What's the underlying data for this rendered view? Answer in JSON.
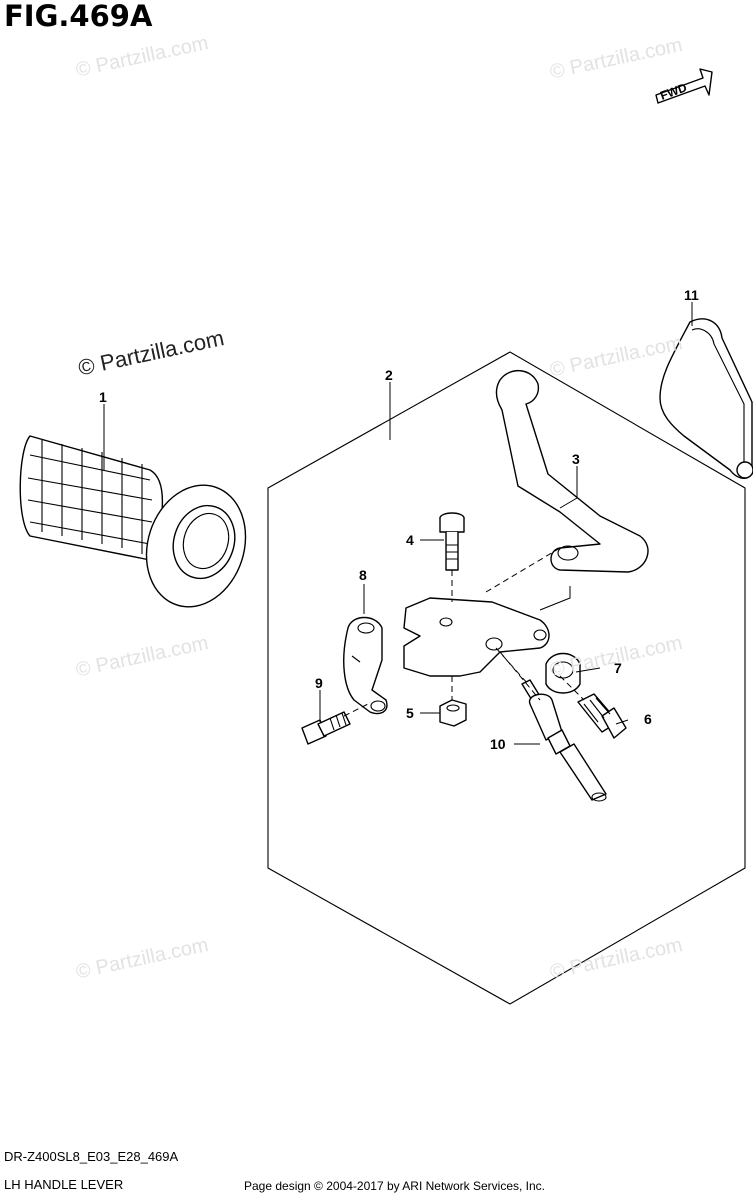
{
  "figure": {
    "title": "FIG.469A",
    "code": "DR-Z400SL8_E03_E28_469A",
    "subtitle": "LH HANDLE LEVER",
    "copyright": "Page design © 2004-2017 by ARI Network Services, Inc.",
    "fwd_label": "FWD"
  },
  "watermarks": {
    "text": "© Partzilla.com"
  },
  "callouts": [
    {
      "id": "1",
      "label": "1",
      "part": "grip"
    },
    {
      "id": "2",
      "label": "2",
      "part": "lever-assembly"
    },
    {
      "id": "3",
      "label": "3",
      "part": "lever"
    },
    {
      "id": "4",
      "label": "4",
      "part": "lever-pivot-bolt"
    },
    {
      "id": "5",
      "label": "5",
      "part": "nut"
    },
    {
      "id": "6",
      "label": "6",
      "part": "cable-adjuster"
    },
    {
      "id": "7",
      "label": "7",
      "part": "adjuster-nut"
    },
    {
      "id": "8",
      "label": "8",
      "part": "holder-clamp"
    },
    {
      "id": "9",
      "label": "9",
      "part": "clamp-bolt"
    },
    {
      "id": "10",
      "label": "10",
      "part": "switch"
    },
    {
      "id": "11",
      "label": "11",
      "part": "lever-cover"
    }
  ]
}
